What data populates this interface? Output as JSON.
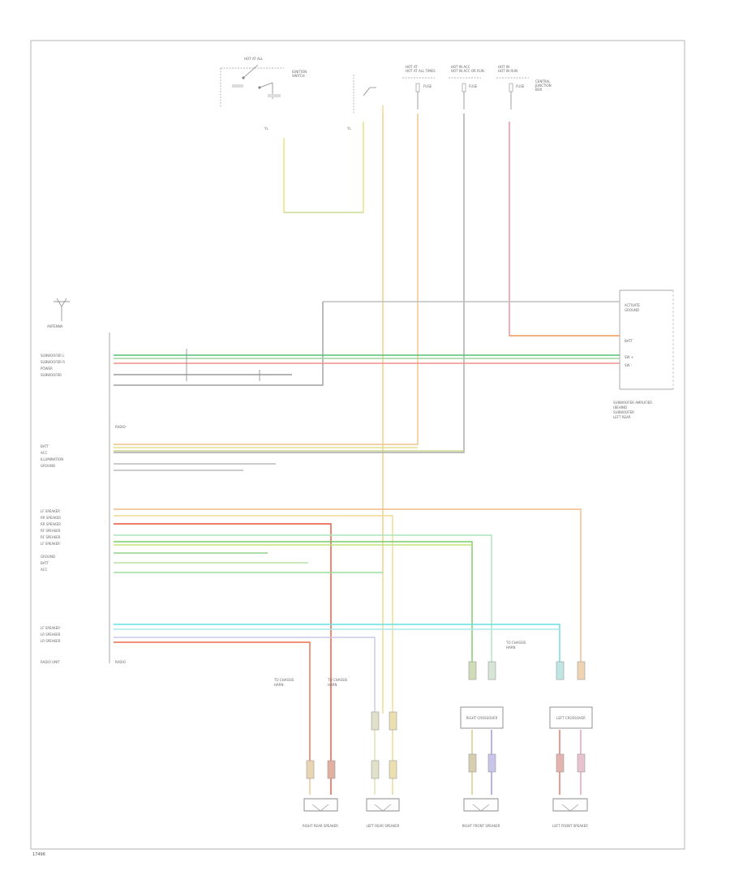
{
  "diagram": {
    "footer": "17496",
    "components": {
      "head_unit": "RADIO UNIT",
      "amplifier": "SUBWOOFER AMPLIFIER",
      "speakers": [
        {
          "label": "RIGHT REAR SPEAKER"
        },
        {
          "label": "LEFT REAR SPEAKER"
        },
        {
          "label": "RIGHT FRONT SPEAKER"
        },
        {
          "label": "LEFT FRONT SPEAKER"
        }
      ],
      "crossovers": [
        {
          "label": "RIGHT CROSSOVER"
        },
        {
          "label": "LEFT CROSSOVER"
        }
      ],
      "antenna": "ANTENNA",
      "fuses": [
        "HOT AT ALL TIMES",
        "HOT IN ACC OR RUN",
        "HOT IN RUN"
      ]
    }
  }
}
